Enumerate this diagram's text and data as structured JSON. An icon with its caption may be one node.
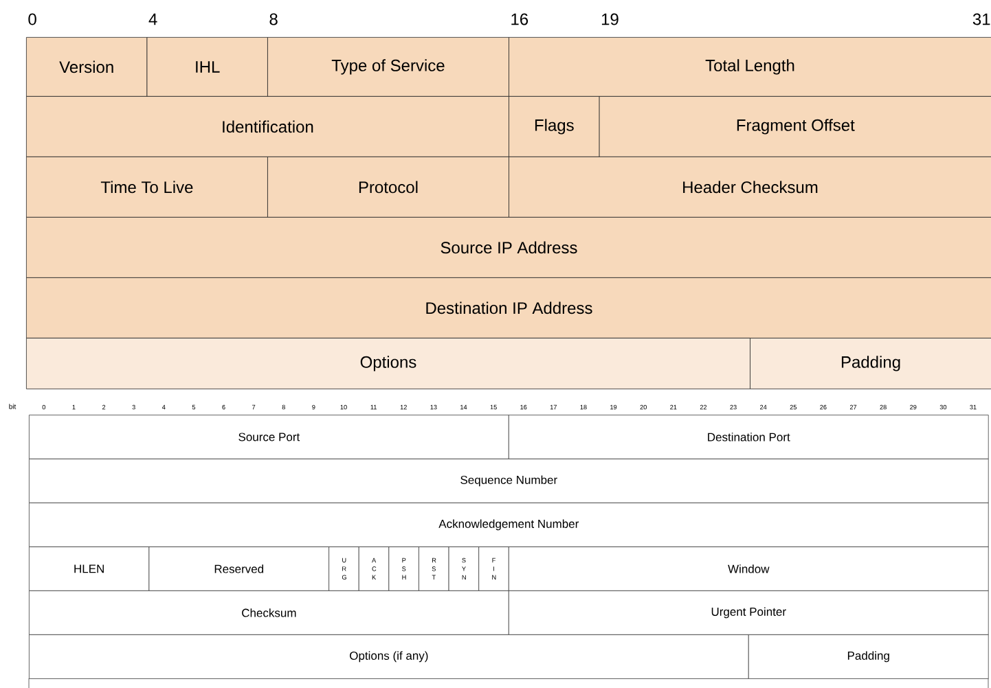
{
  "diagram": {
    "nodes": [
      {
        "text": [
          "Version"
        ]
      },
      {
        "text": [
          "IHL"
        ]
      },
      {
        "text": [
          "Type of Service"
        ]
      },
      {
        "text": [
          "Total Length"
        ]
      },
      {
        "text": [
          "Identification"
        ]
      },
      {
        "text": [
          "Flags"
        ]
      },
      {
        "text": [
          "Fragment Offset"
        ]
      },
      {
        "text": [
          "Time To Live"
        ]
      },
      {
        "text": [
          "Protocol"
        ]
      },
      {
        "text": [
          "Header Checksum"
        ]
      },
      {
        "text": [
          "Source IP Address"
        ]
      },
      {
        "text": [
          "Destination IP Address"
        ]
      },
      {
        "text": [
          "Options"
        ]
      },
      {
        "text": [
          "Padding"
        ]
      },
      {
        "text": [
          "Source Port"
        ]
      },
      {
        "text": [
          "Destination Port"
        ]
      },
      {
        "text": [
          "Sequence Number"
        ]
      },
      {
        "text": [
          "Acknowledgement Number"
        ]
      },
      {
        "text": [
          "HLEN"
        ]
      },
      {
        "text": [
          "Reserved"
        ]
      },
      {
        "text": [
          "U R G"
        ]
      },
      {
        "text": [
          "A C K"
        ]
      },
      {
        "text": [
          "P S H"
        ]
      },
      {
        "text": [
          "R S T"
        ]
      },
      {
        "text": [
          "S Y N"
        ]
      },
      {
        "text": [
          "F I N"
        ]
      },
      {
        "text": [
          "Window"
        ]
      },
      {
        "text": [
          "Checksum"
        ]
      },
      {
        "text": [
          "Urgent Pointer"
        ]
      },
      {
        "text": [
          "Options (if any)"
        ]
      },
      {
        "text": [
          "Padding"
        ]
      }
    ],
    "labels": [
      "0",
      "4",
      "8",
      "16",
      "19",
      "31",
      "bit",
      "0",
      "1",
      "2",
      "3",
      "4",
      "5",
      "6",
      "7",
      "8",
      "9",
      "10",
      "11",
      "12",
      "13",
      "14",
      "15",
      "16",
      "17",
      "18",
      "19",
      "20",
      "21",
      "22",
      "23",
      "24",
      "25",
      "26",
      "27",
      "28",
      "29",
      "30",
      "31"
    ]
  }
}
